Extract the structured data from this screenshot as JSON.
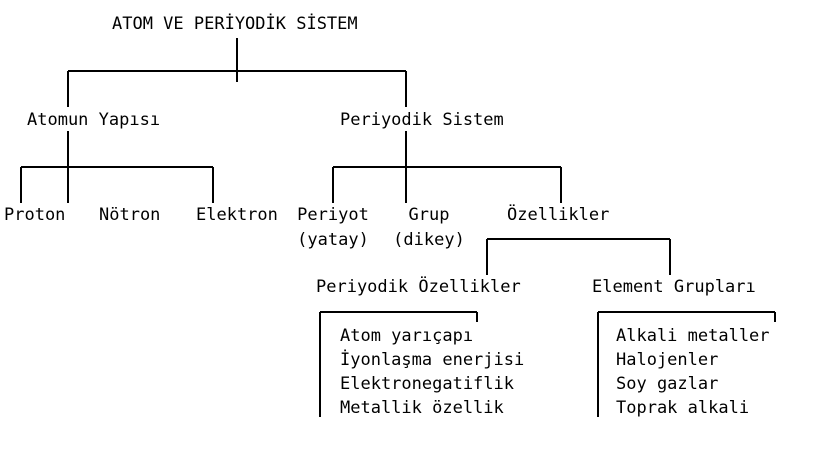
{
  "title": "ATOM VE PERİYODİK SİSTEM",
  "atom_structure": {
    "label": "Atomun Yapısı",
    "children": [
      "Proton",
      "Nötron",
      "Elektron"
    ]
  },
  "periodic_system": {
    "label": "Periyodik Sistem",
    "period": {
      "label": "Periyot",
      "note": "(yatay)"
    },
    "group": {
      "label": "Grup",
      "note": "(dikey)"
    },
    "properties": {
      "label": "Özellikler",
      "periodic_properties": {
        "label": "Periyodik Özellikler",
        "items": [
          "Atom yarıçapı",
          "İyonlaşma enerjisi",
          "Elektronegatiflik",
          "Metallik özellik"
        ]
      },
      "element_groups": {
        "label": "Element Grupları",
        "items": [
          "Alkali metaller",
          "Halojenler",
          "Soy gazlar",
          "Toprak alkali"
        ]
      }
    }
  }
}
